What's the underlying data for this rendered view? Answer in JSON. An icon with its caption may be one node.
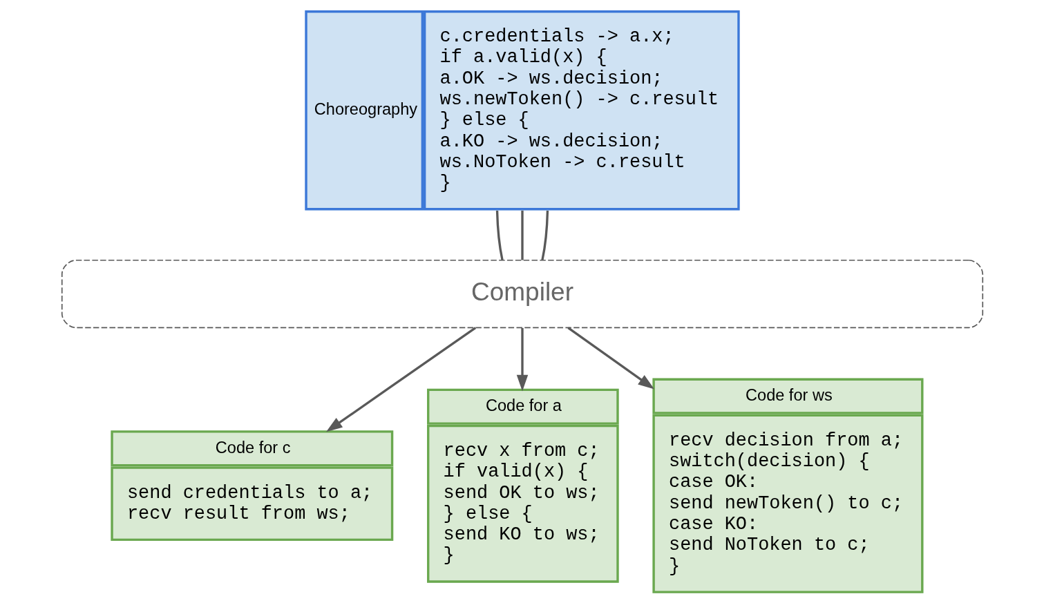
{
  "diagram": {
    "nodes": [
      {
        "text": [
          "Choreography",
          "c.credentials -> a.x;",
          "if a.valid(x) {",
          "a.OK -> ws.decision;",
          "ws.newToken() -> c.result",
          "} else {",
          "a.KO -> ws.decision;",
          "ws.NoToken -> c.result",
          "}"
        ]
      },
      {
        "text": [
          "Compiler"
        ]
      },
      {
        "text": [
          "Code for c",
          "send credentials to a;",
          "recv result from ws;"
        ]
      },
      {
        "text": [
          "Code for a",
          "recv x from c;",
          "if valid(x) {",
          "send OK to ws;",
          "} else {",
          "send KO to ws;",
          "}"
        ]
      },
      {
        "text": [
          "Code for ws",
          "recv decision from a;",
          "switch(decision) {",
          "case OK:",
          "send newToken() to c;",
          "case KO:",
          "send NoToken to c;",
          "}"
        ]
      }
    ],
    "edges": [
      {
        "from": 0,
        "to": 1,
        "arrow": "none"
      },
      {
        "from": 0,
        "to": 1,
        "arrow": "none"
      },
      {
        "from": 0,
        "to": 1,
        "arrow": "none"
      },
      {
        "from": 1,
        "to": 2,
        "arrow": "to"
      },
      {
        "from": 1,
        "to": 3,
        "arrow": "to"
      },
      {
        "from": 1,
        "to": 4,
        "arrow": "to"
      }
    ]
  }
}
